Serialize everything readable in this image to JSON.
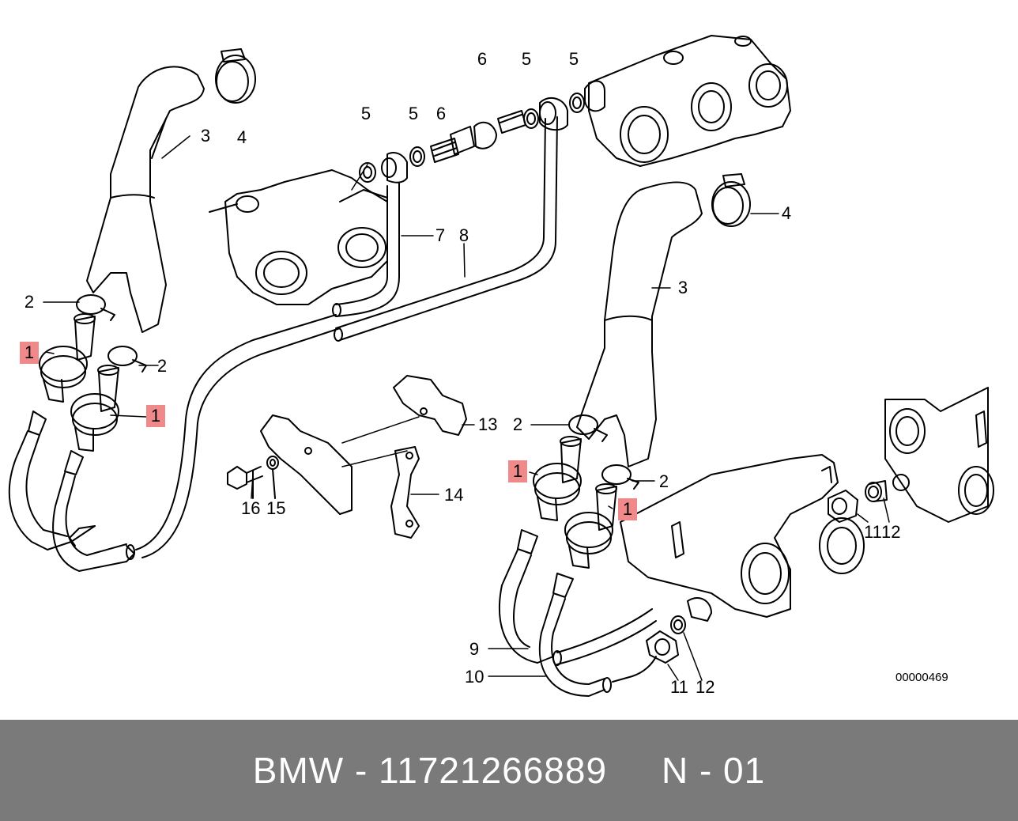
{
  "diagram": {
    "callouts": [
      {
        "id": "c1a",
        "text": "1",
        "highlight": true
      },
      {
        "id": "c1b",
        "text": "1",
        "highlight": true
      },
      {
        "id": "c1c",
        "text": "1",
        "highlight": true
      },
      {
        "id": "c1d",
        "text": "1",
        "highlight": true
      },
      {
        "id": "c2a",
        "text": "2",
        "highlight": false
      },
      {
        "id": "c2b",
        "text": "2",
        "highlight": false
      },
      {
        "id": "c2c",
        "text": "2",
        "highlight": false
      },
      {
        "id": "c2d",
        "text": "2",
        "highlight": false
      },
      {
        "id": "c3a",
        "text": "3",
        "highlight": false
      },
      {
        "id": "c3b",
        "text": "3",
        "highlight": false
      },
      {
        "id": "c4a",
        "text": "4",
        "highlight": false
      },
      {
        "id": "c4b",
        "text": "4",
        "highlight": false
      },
      {
        "id": "c5a",
        "text": "5",
        "highlight": false
      },
      {
        "id": "c5b",
        "text": "5",
        "highlight": false
      },
      {
        "id": "c5c",
        "text": "5",
        "highlight": false
      },
      {
        "id": "c5d",
        "text": "5",
        "highlight": false
      },
      {
        "id": "c6a",
        "text": "6",
        "highlight": false
      },
      {
        "id": "c6b",
        "text": "6",
        "highlight": false
      },
      {
        "id": "c7",
        "text": "7",
        "highlight": false
      },
      {
        "id": "c8",
        "text": "8",
        "highlight": false
      },
      {
        "id": "c9",
        "text": "9",
        "highlight": false
      },
      {
        "id": "c10",
        "text": "10",
        "highlight": false
      },
      {
        "id": "c11a",
        "text": "11",
        "highlight": false
      },
      {
        "id": "c11b",
        "text": "11",
        "highlight": false
      },
      {
        "id": "c12a",
        "text": "12",
        "highlight": false
      },
      {
        "id": "c12b",
        "text": "12",
        "highlight": false
      },
      {
        "id": "c13",
        "text": "13",
        "highlight": false
      },
      {
        "id": "c14",
        "text": "14",
        "highlight": false
      },
      {
        "id": "c15",
        "text": "15",
        "highlight": false
      },
      {
        "id": "c16",
        "text": "16",
        "highlight": false
      }
    ],
    "reference_number": "00000469"
  },
  "footer": {
    "text": "BMW - 11721266889     N - 01"
  },
  "colors": {
    "highlight": "#f08a8a",
    "footer_bg": "#7a7a7a",
    "footer_text": "#ffffff",
    "line": "#000000"
  }
}
